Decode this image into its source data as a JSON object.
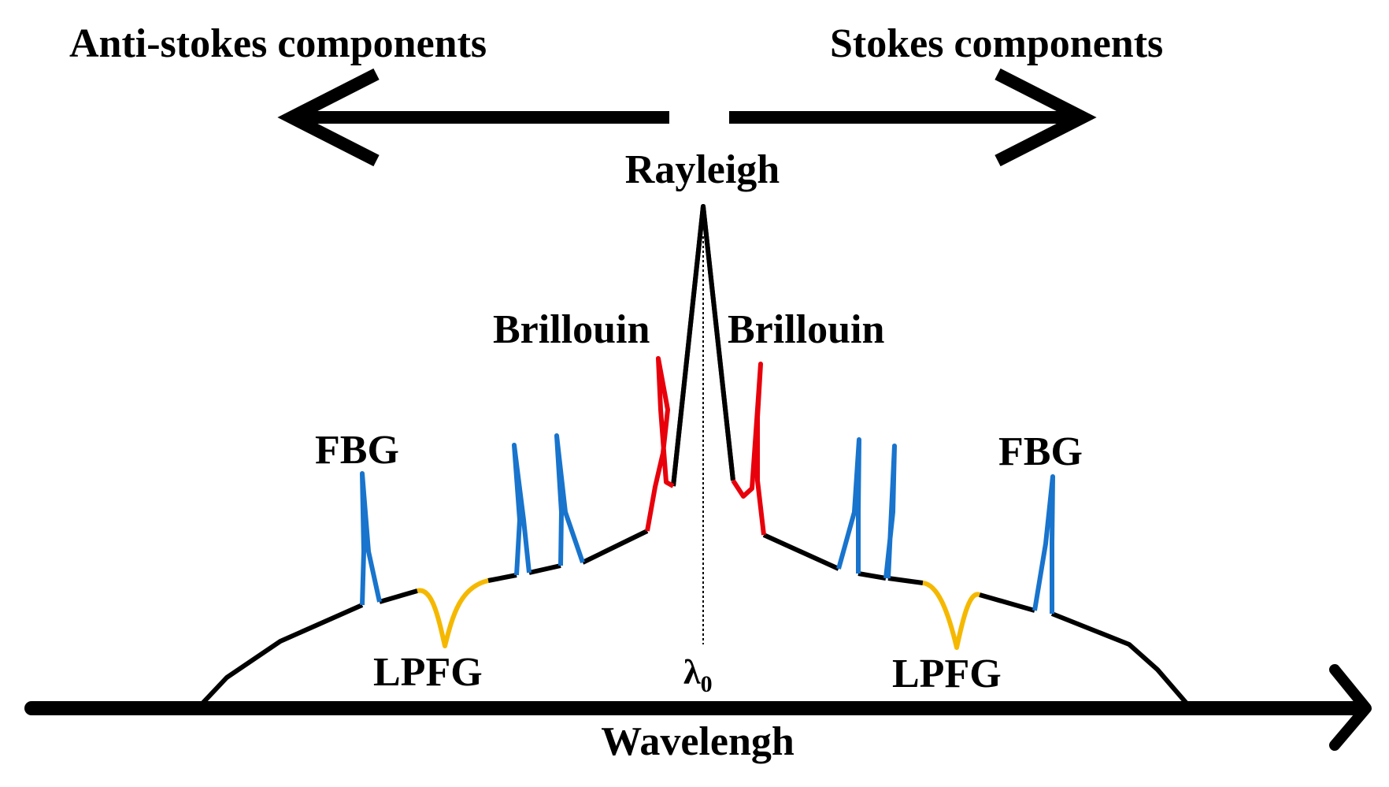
{
  "labels": {
    "anti_stokes": "Anti-stokes components",
    "stokes": "Stokes components",
    "rayleigh": "Rayleigh",
    "brillouin_left": "Brillouin",
    "brillouin_right": "Brillouin",
    "fbg_left": "FBG",
    "fbg_right": "FBG",
    "lpfg_left": "LPFG",
    "lpfg_right": "LPFG",
    "lambda_symbol": "λ",
    "lambda_subscript": "0",
    "x_axis": "Wavelengh"
  },
  "colors": {
    "spectrum": "#000000",
    "brillouin": "#e8000b",
    "fbg": "#1874cd",
    "lpfg": "#f5b800",
    "background": "#ffffff"
  }
}
